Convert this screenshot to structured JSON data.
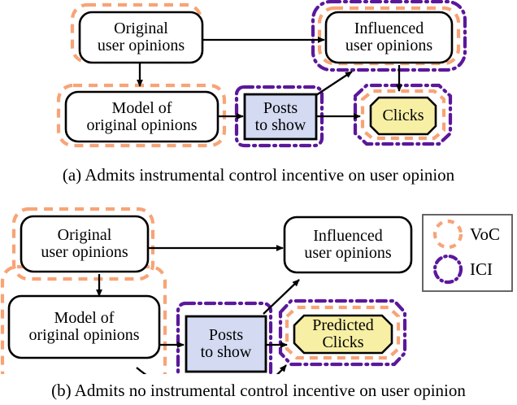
{
  "figure": {
    "type": "causal-influence-diagram-pair",
    "colors": {
      "voc_outline": "#F7A477",
      "ici_outline": "#5B189B",
      "decision_fill": "#D3DAF2",
      "utility_fill": "#F7EFA4",
      "node_stroke": "#000000",
      "edge_stroke": "#000000",
      "background": "#FFFFFF"
    },
    "legend": {
      "items": [
        {
          "key": "voc",
          "label": "VoC",
          "style": "dashed-circle",
          "color": "#F7A477"
        },
        {
          "key": "ici",
          "label": "ICI",
          "style": "dash-dot-circle",
          "color": "#5B189B"
        }
      ]
    }
  },
  "panel_a": {
    "caption": "(a) Admits instrumental control incentive on user opinion",
    "nodes": [
      {
        "id": "a-original",
        "label_lines": [
          "Original",
          "user opinions"
        ],
        "shape": "rounded-rect",
        "fill": "#FFFFFF",
        "outlines": [
          "voc"
        ]
      },
      {
        "id": "a-influenced",
        "label_lines": [
          "Influenced",
          "user opinions"
        ],
        "shape": "rounded-rect",
        "fill": "#FFFFFF",
        "outlines": [
          "voc",
          "ici"
        ]
      },
      {
        "id": "a-model",
        "label_lines": [
          "Model of",
          "original opinions"
        ],
        "shape": "rounded-rect",
        "fill": "#FFFFFF",
        "outlines": [
          "voc"
        ]
      },
      {
        "id": "a-posts",
        "label_lines": [
          "Posts",
          "to show"
        ],
        "shape": "rect-decision",
        "fill": "#D3DAF2",
        "outlines": [
          "ici"
        ]
      },
      {
        "id": "a-clicks",
        "label_lines": [
          "Clicks"
        ],
        "shape": "octagon-utility",
        "fill": "#F7EFA4",
        "outlines": [
          "voc",
          "ici"
        ]
      }
    ],
    "edges": [
      {
        "from": "a-original",
        "to": "a-influenced"
      },
      {
        "from": "a-original",
        "to": "a-model"
      },
      {
        "from": "a-model",
        "to": "a-posts"
      },
      {
        "from": "a-posts",
        "to": "a-clicks"
      },
      {
        "from": "a-posts",
        "to": "a-influenced"
      },
      {
        "from": "a-influenced",
        "to": "a-clicks"
      }
    ]
  },
  "panel_b": {
    "caption": "(b) Admits no instrumental control incentive on user opinion",
    "nodes": [
      {
        "id": "b-original",
        "label_lines": [
          "Original",
          "user opinions"
        ],
        "shape": "rounded-rect",
        "fill": "#FFFFFF",
        "outlines": [
          "voc"
        ]
      },
      {
        "id": "b-influenced",
        "label_lines": [
          "Influenced",
          "user opinions"
        ],
        "shape": "rounded-rect",
        "fill": "#FFFFFF",
        "outlines": []
      },
      {
        "id": "b-model",
        "label_lines": [
          "Model of",
          "original opinions"
        ],
        "shape": "rounded-rect",
        "fill": "#FFFFFF",
        "outlines": [
          "voc"
        ]
      },
      {
        "id": "b-posts",
        "label_lines": [
          "Posts",
          "to show"
        ],
        "shape": "rect-decision",
        "fill": "#D3DAF2",
        "outlines": [
          "ici"
        ]
      },
      {
        "id": "b-predicted-clicks",
        "label_lines": [
          "Predicted",
          "Clicks"
        ],
        "shape": "octagon-utility",
        "fill": "#F7EFA4",
        "outlines": [
          "voc",
          "ici"
        ]
      }
    ],
    "edges": [
      {
        "from": "b-original",
        "to": "b-influenced"
      },
      {
        "from": "b-original",
        "to": "b-model"
      },
      {
        "from": "b-model",
        "to": "b-posts"
      },
      {
        "from": "b-model",
        "to": "b-predicted-clicks",
        "curved": true
      },
      {
        "from": "b-posts",
        "to": "b-predicted-clicks"
      },
      {
        "from": "b-posts",
        "to": "b-influenced"
      }
    ]
  }
}
